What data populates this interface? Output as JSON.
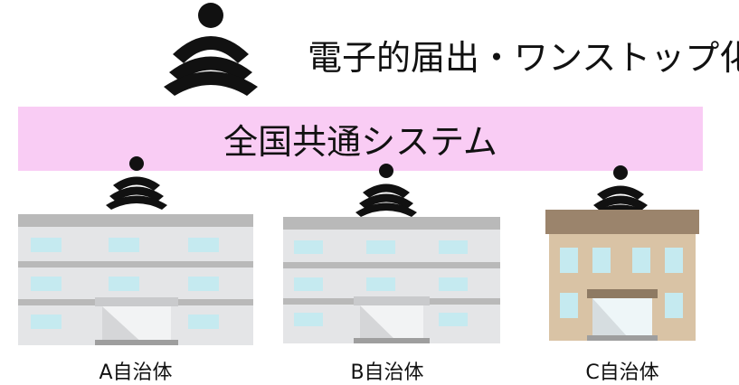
{
  "header": {
    "title": "電子的届出・ワンストップ化",
    "signal_icon": "broadcast-signal-icon"
  },
  "system": {
    "label": "全国共通システム",
    "band_color": "#f9ccf4"
  },
  "municipalities": [
    {
      "label": "A自治体",
      "icon": "office-building-icon"
    },
    {
      "label": "B自治体",
      "icon": "office-building-icon"
    },
    {
      "label": "C自治体",
      "icon": "brown-building-icon"
    }
  ],
  "colors": {
    "signal": "#111111",
    "building_gray": "#e2e3e5",
    "roof_gray": "#b9b9b9",
    "window_blue": "#c5eaf0",
    "building_tan": "#d9c3a5",
    "roof_brown": "#9b846c"
  }
}
